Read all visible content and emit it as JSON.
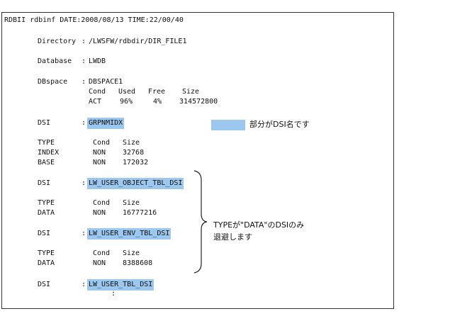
{
  "header": "RDBII rdbinf DATE:2008/08/13 TIME:22/00/40",
  "directory": {
    "label": "Directory",
    "sep": ":",
    "value": "/LWSFW/rdbdir/DIR_FILE1"
  },
  "database": {
    "label": "Database",
    "sep": ":",
    "value": "LWDB"
  },
  "dbspace": {
    "label": "DBspace",
    "sep": ":",
    "value": "DBSPACE1",
    "cols": [
      "Cond",
      "Used",
      "Free",
      "Size"
    ],
    "row": [
      "ACT",
      "96%",
      "4%",
      "314572800"
    ]
  },
  "dsi_blocks": [
    {
      "label": "DSI",
      "sep": ":",
      "name": "GRPNMIDX",
      "cols": [
        "TYPE",
        "Cond",
        "Size"
      ],
      "rows": [
        [
          "INDEX",
          "NON",
          "32768"
        ],
        [
          "BASE",
          "NON",
          "172032"
        ]
      ]
    },
    {
      "label": "DSI",
      "sep": ":",
      "name": "LW_USER_OBJECT_TBL_DSI",
      "cols": [
        "TYPE",
        "Cond",
        "Size"
      ],
      "rows": [
        [
          "DATA",
          "NON",
          "16777216"
        ]
      ]
    },
    {
      "label": "DSI",
      "sep": ":",
      "name": "LW_USER_ENV_TBL_DSI",
      "cols": [
        "TYPE",
        "Cond",
        "Size"
      ],
      "rows": [
        [
          "DATA",
          "NON",
          "8388608"
        ]
      ]
    },
    {
      "label": "DSI",
      "sep": ":",
      "name": "LW_USER_TBL_DSI"
    }
  ],
  "continuation": ":",
  "legend_note": "部分がDSI名です",
  "brace_note": [
    "TYPEが\"DATA\"のDSIのみ",
    "退避します"
  ],
  "colors": {
    "highlight": "#9cc8f0",
    "border": "#333333"
  }
}
